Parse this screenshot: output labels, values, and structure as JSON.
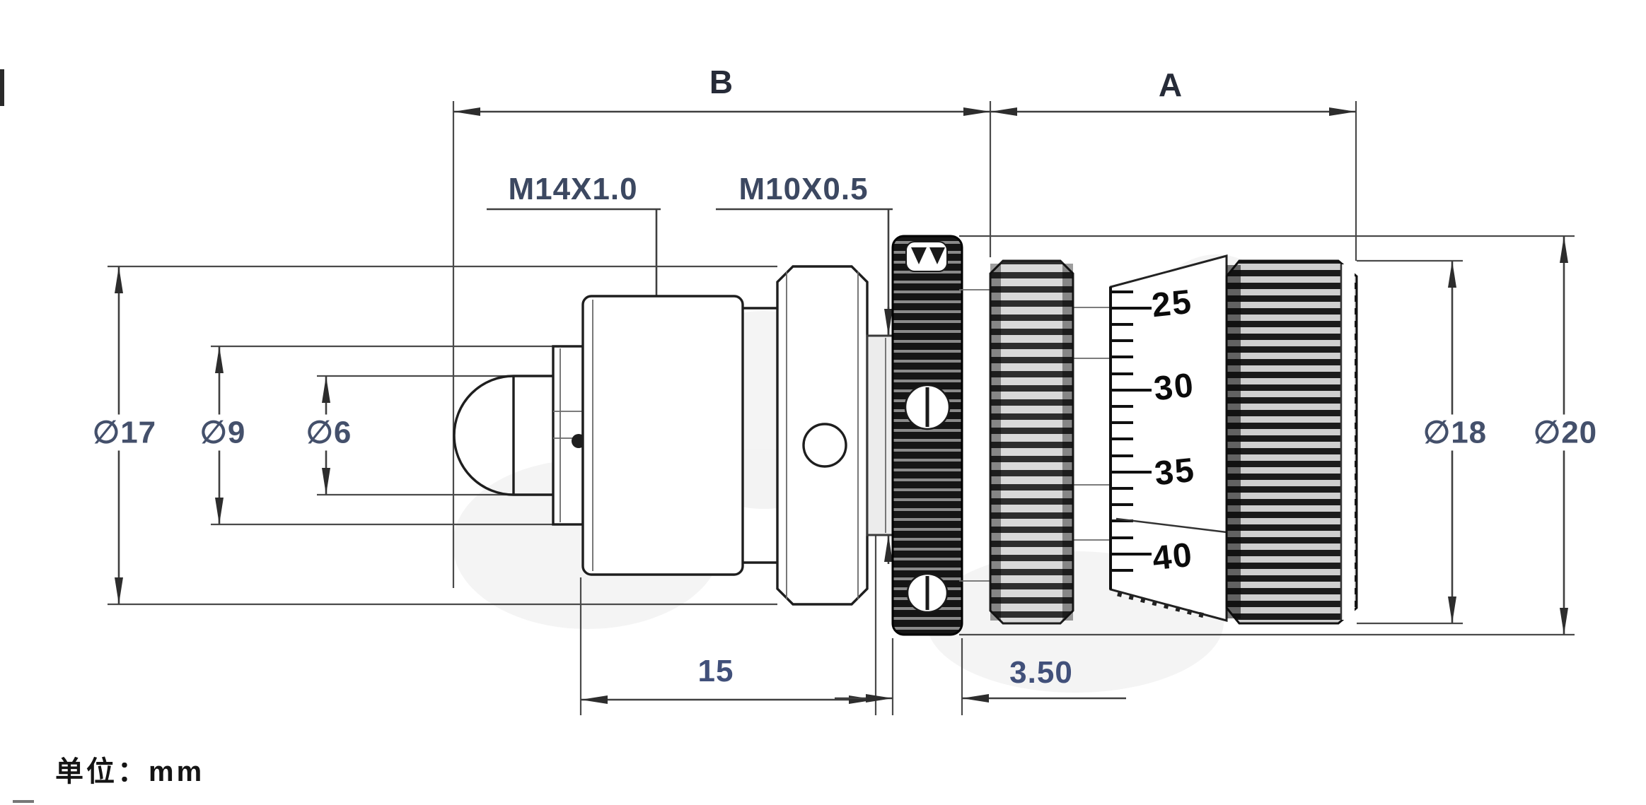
{
  "drawing": {
    "unit_label": "单位：mm",
    "dim_span_b": "B",
    "dim_span_a": "A",
    "thread_main": "M14X1.0",
    "thread_fine": "M10X0.5",
    "dia_flange": "∅17",
    "dia_collar": "∅9",
    "dia_tip": "∅6",
    "dia_thimble": "∅18",
    "dia_locknut": "∅20",
    "len_body": "15",
    "len_locknut": "3.50",
    "scale_ticks": [
      "25",
      "30",
      "35",
      "40"
    ],
    "colors": {
      "background": "#ffffff",
      "line": "#1e1e1e",
      "dimension_line": "#3f3f3f",
      "dimension_text": "#44506b",
      "scale_text": "#0b0b0b",
      "locknut_fill": "#151515"
    }
  }
}
